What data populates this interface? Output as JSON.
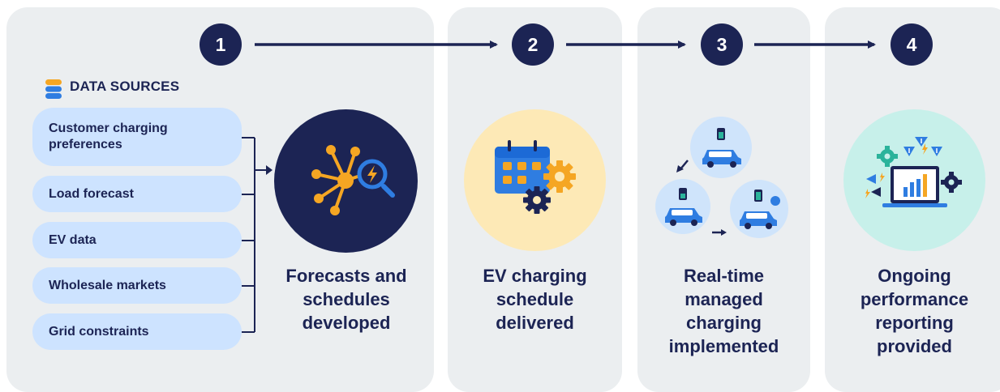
{
  "colors": {
    "navy": "#1c2454",
    "panel_bg": "#ebeef0",
    "pill_bg": "#cde3ff",
    "orange": "#f5a623",
    "blue": "#2f7de1",
    "light_blue_circle": "#cfe4fb",
    "yellow_circle": "#fde9b6",
    "teal_circle": "#c7f0ea",
    "green": "#2bb39b"
  },
  "steps": [
    "1",
    "2",
    "3",
    "4"
  ],
  "data_sources": {
    "title": "DATA SOURCES",
    "icon": "database-icon",
    "items": [
      "Customer charging preferences",
      "Load forecast",
      "EV data",
      "Wholesale markets",
      "Grid constraints"
    ]
  },
  "stages": [
    {
      "icon": "network-search-icon",
      "caption": "Forecasts and schedules developed"
    },
    {
      "icon": "calendar-gears-icon",
      "caption": "EV charging schedule delivered"
    },
    {
      "icon": "cars-charging-icon",
      "caption": "Real-time managed charging implemented"
    },
    {
      "icon": "performance-report-icon",
      "caption": "Ongoing performance reporting provided"
    }
  ]
}
